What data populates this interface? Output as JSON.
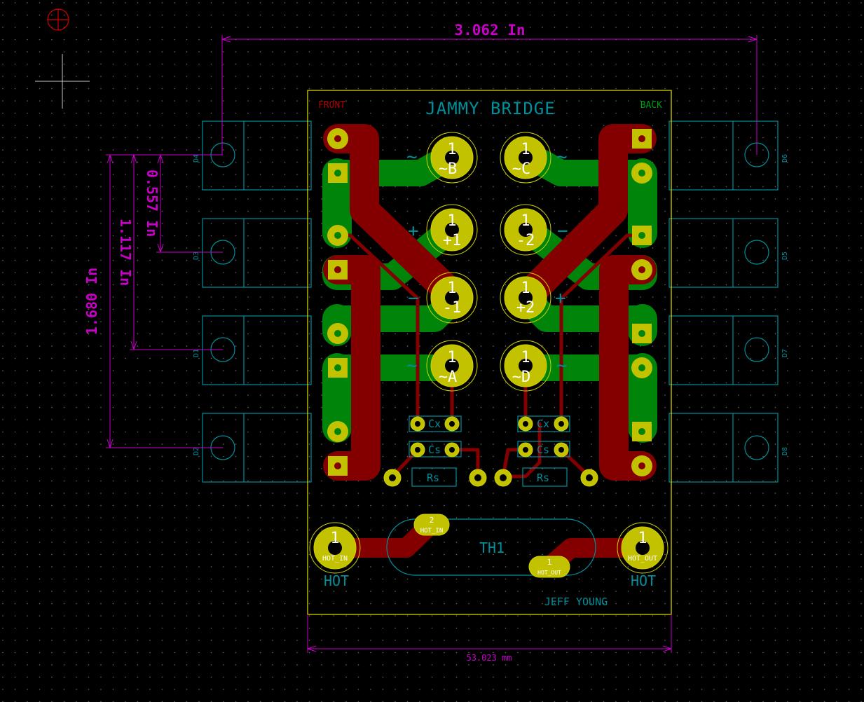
{
  "board": {
    "title": "JAMMY BRIDGE",
    "front_label": "FRONT",
    "back_label": "BACK",
    "author": "JEFF YOUNG",
    "thermistor": "TH1",
    "hot_label": "HOT"
  },
  "dimensions": {
    "width_top": "3.062 In",
    "dim_0557": "0.557 In",
    "dim_1117": "1.117 In",
    "dim_1680": "1.680 In",
    "width_bottom": "53.023 mm"
  },
  "diodes": [
    "D4",
    "D3",
    "D1",
    "D2",
    "D6",
    "D5",
    "D7",
    "D8"
  ],
  "pads": {
    "pin1": "1",
    "pin2": "2",
    "b": "~B",
    "c": "~C",
    "plus1": "+1",
    "minus2": "-2",
    "minus1": "-1",
    "plus2": "+2",
    "a": "~A",
    "d": "~D",
    "hot_in": "HOT_IN",
    "hot_out": "HOT_OUT"
  },
  "silk": {
    "cx": "Cx",
    "cs": "Cs",
    "rs": "Rs",
    "tilde": "~",
    "plus": "+",
    "minus": "−"
  },
  "colors": {
    "front_copper": "#840000",
    "back_copper": "#00840a",
    "pad": "#c2c200",
    "silkscreen": "#00b5b5",
    "edge_cuts": "#d2d200",
    "dimension": "#c800c8",
    "courtyard": "#c2c2c2"
  }
}
